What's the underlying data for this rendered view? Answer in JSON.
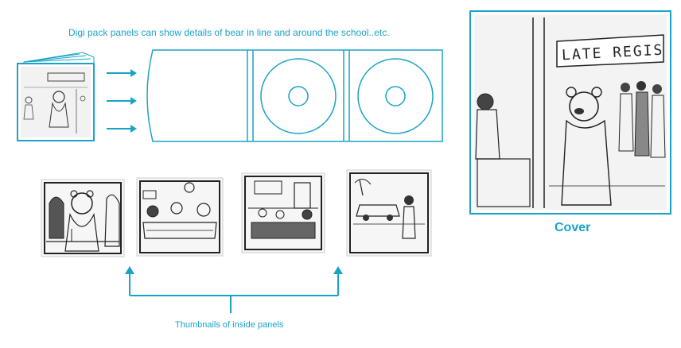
{
  "top_caption": "Digi pack panels can show details of bear in line and around the school..etc.",
  "cover_label": "Cover",
  "bottom_caption": "Thumbnails of inside panels",
  "cover_sign_text": "LATE REGIS",
  "colors": {
    "accent": "#1aa3c8",
    "sketch_ink": "#333333",
    "paper": "#f4f4f4"
  }
}
